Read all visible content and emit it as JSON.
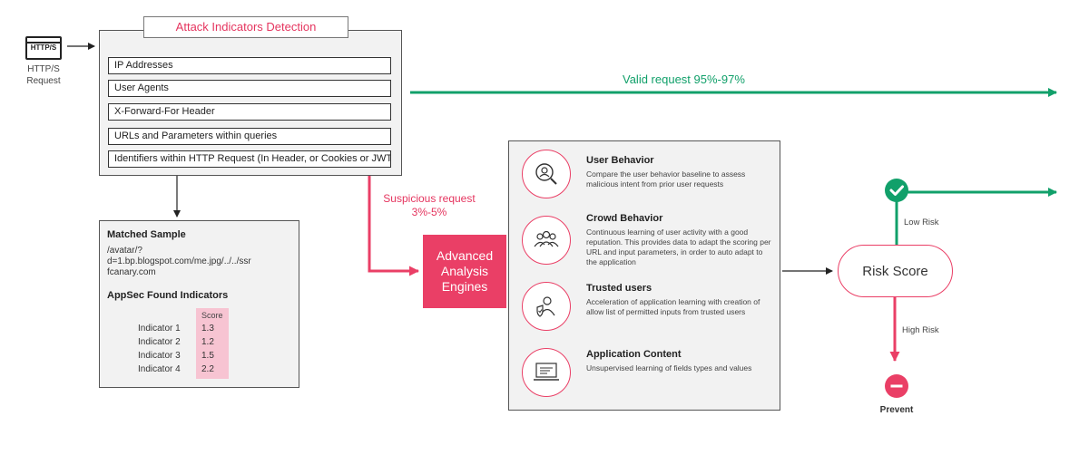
{
  "http_request": {
    "icon_text": "HTTP/S",
    "caption_line1": "HTTP/S",
    "caption_line2": "Request",
    "icon": "browser-window-icon"
  },
  "detection": {
    "title": "Attack Indicators Detection",
    "items": [
      "IP Addresses",
      "User Agents",
      "X-Forward-For Header",
      "URLs and Parameters within queries",
      "Identifiers within HTTP Request  (In Header, or Cookies or JWT)"
    ]
  },
  "valid_request": {
    "label": "Valid request 95%-97%"
  },
  "suspicious_request": {
    "line1": "Suspicious request",
    "line2": "3%-5%"
  },
  "matched_sample": {
    "title": "Matched Sample",
    "lines": [
      "/avatar/?",
      "d=1.bp.blogspot.com/me.jpg/../../ssr",
      "fcanary.com"
    ],
    "found_title": "AppSec Found Indicators",
    "score_header": "Score",
    "indicators": [
      {
        "label": "Indicator 1",
        "score": "1.3"
      },
      {
        "label": "Indicator 2",
        "score": "1.2"
      },
      {
        "label": "Indicator 3",
        "score": "1.5"
      },
      {
        "label": "Indicator 4",
        "score": "2.2"
      }
    ]
  },
  "engines": {
    "line1": "Advanced",
    "line2": "Analysis",
    "line3": "Engines"
  },
  "features": [
    {
      "title": "User Behavior",
      "desc": "Compare the user behavior baseline to assess malicious intent from prior user requests",
      "icon": "user-search-icon"
    },
    {
      "title": "Crowd Behavior",
      "desc": "Continuous learning of user activity with a good reputation. This provides data to adapt the scoring per URL and input parameters, in order to auto adapt to the application",
      "icon": "crowd-icon"
    },
    {
      "title": "Trusted users",
      "desc": "Acceleration of application learning with creation of allow list of permitted inputs from trusted users",
      "icon": "trusted-user-icon"
    },
    {
      "title": "Application Content",
      "desc": "Unsupervised learning of fields types and values",
      "icon": "laptop-icon"
    }
  ],
  "risk": {
    "label": "Risk Score",
    "low_label": "Low Risk",
    "high_label": "High Risk",
    "prevent_label": "Prevent"
  },
  "colors": {
    "green": "#11a06a",
    "pink": "#ea3f66",
    "pink_light": "#f7c4d2",
    "panel_gray": "#f2f2f2"
  }
}
